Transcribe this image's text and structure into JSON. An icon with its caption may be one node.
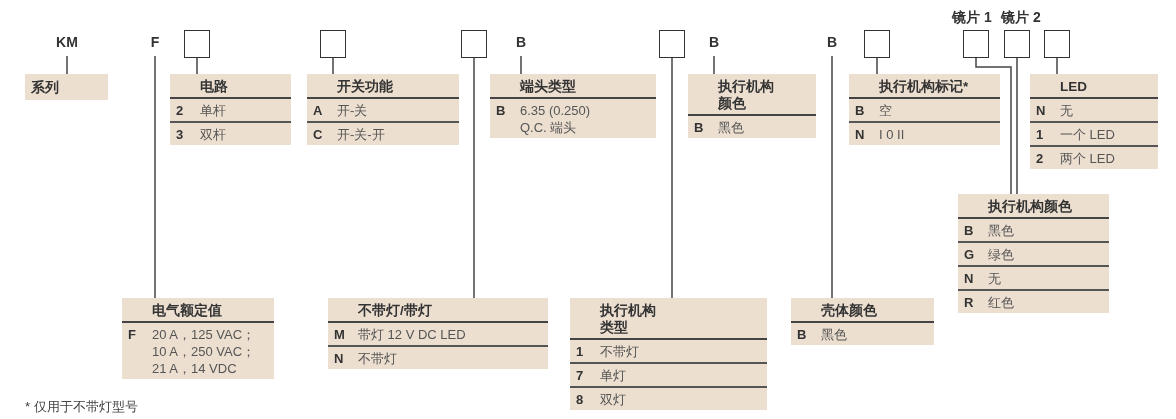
{
  "diagram": {
    "nodes": [
      {
        "text": [
          "KM"
        ]
      },
      {
        "text": [
          "F"
        ]
      },
      {
        "text": [],
        "shape": "box"
      },
      {
        "text": [],
        "shape": "box"
      },
      {
        "text": [],
        "shape": "box"
      },
      {
        "text": [
          "B"
        ]
      },
      {
        "text": [],
        "shape": "box"
      },
      {
        "text": [
          "B"
        ]
      },
      {
        "text": [
          "B"
        ]
      },
      {
        "text": [],
        "shape": "box"
      },
      {
        "text": [],
        "shape": "box",
        "beside": [
          "镜片 1"
        ]
      },
      {
        "text": [],
        "shape": "box",
        "beside": [
          "镜片 2"
        ]
      },
      {
        "text": [],
        "shape": "box"
      },
      {
        "text": [
          "系列"
        ]
      },
      {
        "text": [
          "电路",
          "2",
          "单杆",
          "3",
          "双杆"
        ]
      },
      {
        "text": [
          "开关功能",
          "A",
          "开-关",
          "C",
          "开-关-开"
        ]
      },
      {
        "text": [
          "端头类型",
          "B",
          "6.35 (0.250) Q.C. 端头"
        ]
      },
      {
        "text": [
          "执行机构颜色",
          "B",
          "黑色"
        ]
      },
      {
        "text": [
          "执行机构标记*",
          "B",
          "空",
          "N",
          "I 0 II"
        ]
      },
      {
        "text": [
          "LED",
          "N",
          "无",
          "1",
          "一个 LED",
          "2",
          "两个 LED"
        ]
      },
      {
        "text": [
          "执行机构颜色",
          "B",
          "黑色",
          "G",
          "绿色",
          "N",
          "无",
          "R",
          "红色"
        ]
      },
      {
        "text": [
          "电气额定值",
          "F",
          "20 A，125 VAC；10 A，250 VAC；21 A，14 VDC"
        ]
      },
      {
        "text": [
          "不带灯/带灯",
          "M",
          "带灯 12 V DC LED",
          "N",
          "不带灯"
        ]
      },
      {
        "text": [
          "执行机构类型",
          "1",
          "不带灯",
          "7",
          "单灯",
          "8",
          "双灯"
        ]
      },
      {
        "text": [
          "壳体颜色",
          "B",
          "黑色"
        ]
      }
    ],
    "edges": [
      {
        "from": 0,
        "to": 13,
        "arrow": "none"
      },
      {
        "from": 1,
        "to": 21,
        "arrow": "none"
      },
      {
        "from": 2,
        "to": 14,
        "arrow": "none"
      },
      {
        "from": 3,
        "to": 15,
        "arrow": "none"
      },
      {
        "from": 4,
        "to": 22,
        "arrow": "none"
      },
      {
        "from": 5,
        "to": 16,
        "arrow": "none"
      },
      {
        "from": 6,
        "to": 23,
        "arrow": "none"
      },
      {
        "from": 7,
        "to": 17,
        "arrow": "none"
      },
      {
        "from": 8,
        "to": 24,
        "arrow": "none"
      },
      {
        "from": 9,
        "to": 18,
        "arrow": "none"
      },
      {
        "from": 10,
        "to": 20,
        "arrow": "none"
      },
      {
        "from": 11,
        "to": 20,
        "arrow": "none"
      },
      {
        "from": 12,
        "to": 19,
        "arrow": "none"
      }
    ],
    "labels": [
      "* 仅用于不带灯型号"
    ]
  }
}
